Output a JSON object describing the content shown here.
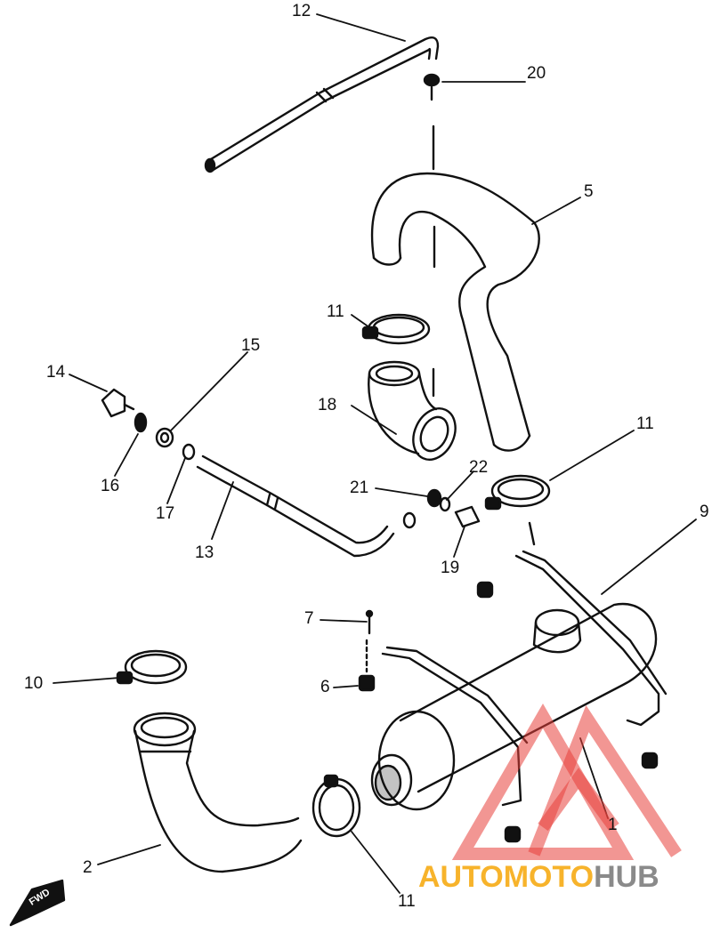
{
  "callouts": {
    "c1": "1",
    "c2": "2",
    "c5": "5",
    "c6": "6",
    "c7": "7",
    "c9": "9",
    "c10": "10",
    "c11a": "11",
    "c11b": "11",
    "c11c": "11",
    "c12": "12",
    "c13": "13",
    "c14": "14",
    "c15": "15",
    "c16": "16",
    "c17": "17",
    "c18": "18",
    "c19": "19",
    "c20": "20",
    "c21": "21",
    "c22": "22"
  },
  "watermark": {
    "part1": "AUTOMOTO",
    "part2": "HUB",
    "accent_color": "#f7b32b",
    "gray_color": "#8a8a8a",
    "triangle_color": "#e8403a"
  },
  "fwd_label": "FWD"
}
